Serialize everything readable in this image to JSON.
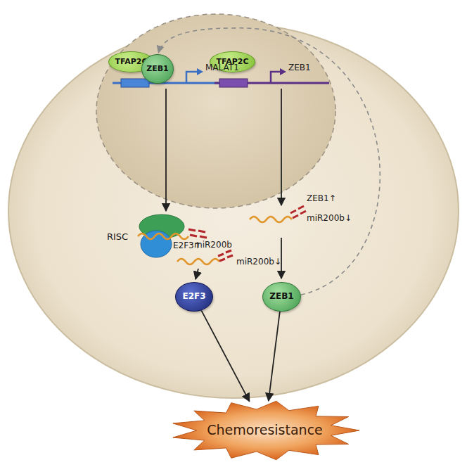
{
  "diagram": {
    "nodes": [
      {
        "text": [
          "TFAP2C"
        ]
      },
      {
        "text": [
          "ZEB1"
        ]
      },
      {
        "text": [
          "TFAP2C"
        ]
      },
      {
        "text": [
          "E2F3"
        ]
      },
      {
        "text": [
          "ZEB1"
        ]
      },
      {
        "text": [
          "Chemoresistance"
        ]
      }
    ],
    "edges": [
      {
        "from": 3,
        "to": 5,
        "arrow": "to"
      },
      {
        "from": 4,
        "to": 5,
        "arrow": "to"
      },
      {
        "from": 4,
        "to": 1,
        "arrow": "to"
      }
    ],
    "labels": [
      "MALAT1",
      "ZEB1",
      "RISC",
      "miR200b",
      "ZEB1↑",
      "miR200b↓",
      "E2F3↑",
      "miR200b↓"
    ]
  }
}
